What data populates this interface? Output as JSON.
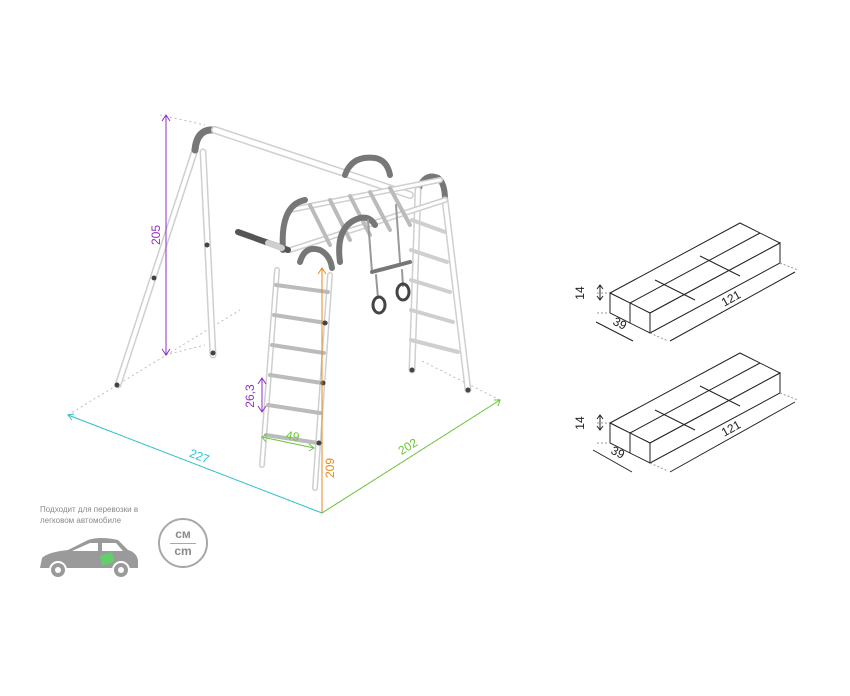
{
  "dimensions": {
    "frame_height": "205",
    "width_left": "227",
    "width_right": "202",
    "ladder_height": "209",
    "rung_spacing": "26,3",
    "ladder_width": "49"
  },
  "packages": [
    {
      "height": "14",
      "width": "39",
      "length": "121"
    },
    {
      "height": "14",
      "width": "39",
      "length": "121"
    }
  ],
  "car_note": "Подходит для перевозки в легковом автомобиле",
  "units": {
    "top": "см",
    "bottom": "cm"
  },
  "colors": {
    "purple": "#8e2ec4",
    "cyan": "#27c4cc",
    "green": "#69c43a",
    "orange": "#e08a1e",
    "structure": "#c8c8c8",
    "dark_grey": "#6e6e6e"
  }
}
